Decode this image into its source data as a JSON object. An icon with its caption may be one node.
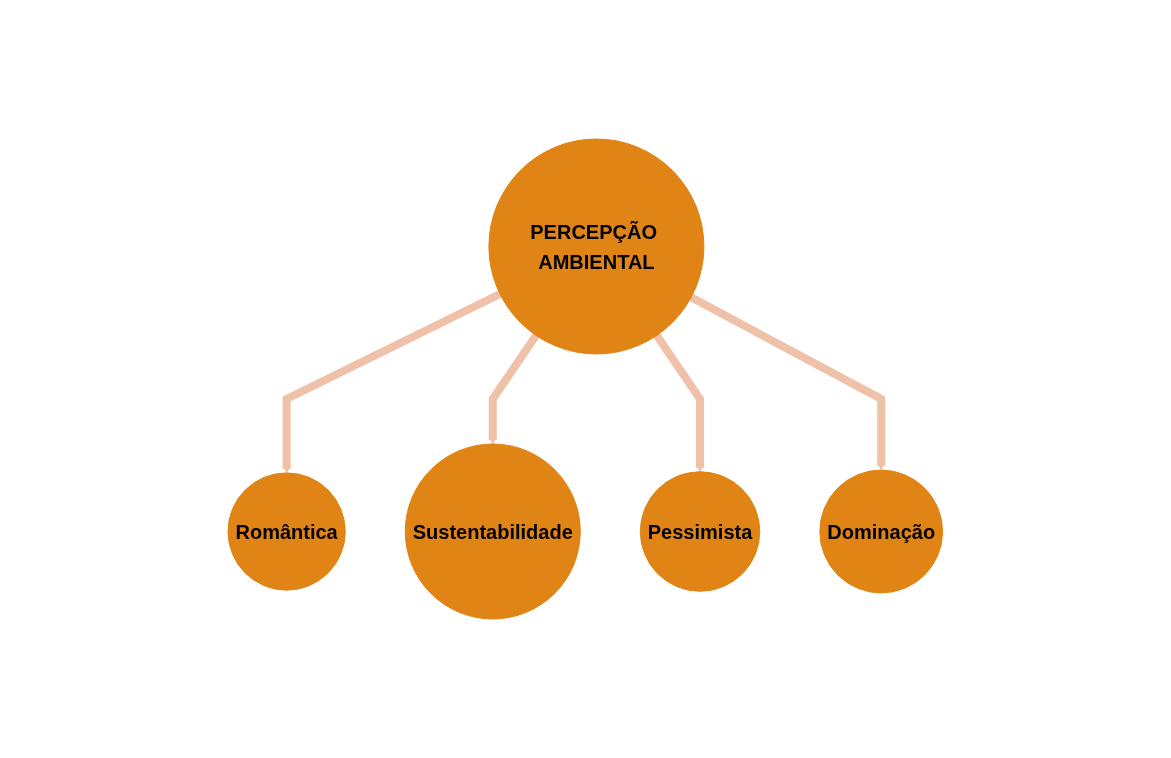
{
  "diagram": {
    "nodes": [
      {
        "text": [
          "Romântica"
        ]
      },
      {
        "text": [
          "Sustentabilidade"
        ]
      },
      {
        "text": [
          "PERCEPÇÃO AMBIENTAL"
        ]
      },
      {
        "text": [
          "Pessimista"
        ]
      },
      {
        "text": [
          "Dominação"
        ]
      }
    ],
    "edges": [
      {
        "from": 2,
        "to": 0,
        "arrow": "to"
      },
      {
        "from": 2,
        "to": 1,
        "arrow": "to"
      },
      {
        "from": 2,
        "to": 3,
        "arrow": "to"
      },
      {
        "from": 2,
        "to": 4,
        "arrow": "to"
      }
    ]
  }
}
